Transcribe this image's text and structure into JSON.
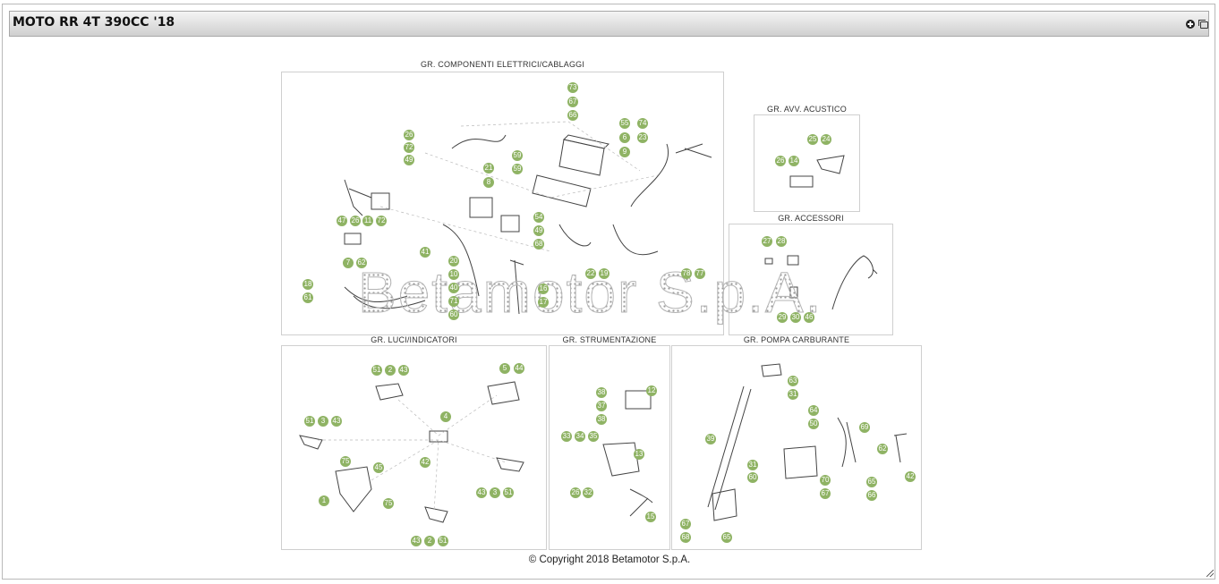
{
  "window": {
    "title": "MOTO RR 4T 390CC '18"
  },
  "icons": {
    "expand": "plus-circle-icon",
    "window": "window-restore-icon"
  },
  "accent_color": "#8fb364",
  "groups": {
    "elettrici": {
      "label": "GR. COMPONENTI ELETTRICI/CABLAGGI",
      "numbers": [
        "73",
        "67",
        "66",
        "55",
        "74",
        "6",
        "23",
        "26",
        "72",
        "49",
        "59",
        "9",
        "59",
        "21",
        "8",
        "47",
        "26",
        "11",
        "72",
        "54",
        "49",
        "68",
        "41",
        "20",
        "10",
        "40",
        "71",
        "60",
        "7",
        "62",
        "18",
        "61",
        "16",
        "17",
        "22",
        "19",
        "78",
        "77"
      ]
    },
    "acustico": {
      "label": "GR. AVV. ACUSTICO",
      "numbers": [
        "25",
        "24",
        "26",
        "14"
      ]
    },
    "accessori": {
      "label": "GR. ACCESSORI",
      "numbers": [
        "27",
        "28",
        "29",
        "30",
        "46"
      ]
    },
    "luci": {
      "label": "GR. LUCI/INDICATORI",
      "numbers": [
        "51",
        "2",
        "43",
        "5",
        "44",
        "51",
        "3",
        "43",
        "4",
        "75",
        "42",
        "45",
        "1",
        "75",
        "43",
        "3",
        "51",
        "43",
        "2",
        "51"
      ]
    },
    "strumentazione": {
      "label": "GR. STRUMENTAZIONE",
      "numbers": [
        "38",
        "12",
        "37",
        "38",
        "33",
        "34",
        "35",
        "13",
        "26",
        "32",
        "15"
      ]
    },
    "pompa": {
      "label": "GR. POMPA CARBURANTE",
      "numbers": [
        "63",
        "31",
        "64",
        "50",
        "69",
        "39",
        "62",
        "31",
        "60",
        "70",
        "67",
        "65",
        "66",
        "42",
        "67",
        "68",
        "65"
      ]
    }
  },
  "watermark": "Betamotor S.p.A.",
  "copyright": "© Copyright 2018 Betamotor S.p.A."
}
